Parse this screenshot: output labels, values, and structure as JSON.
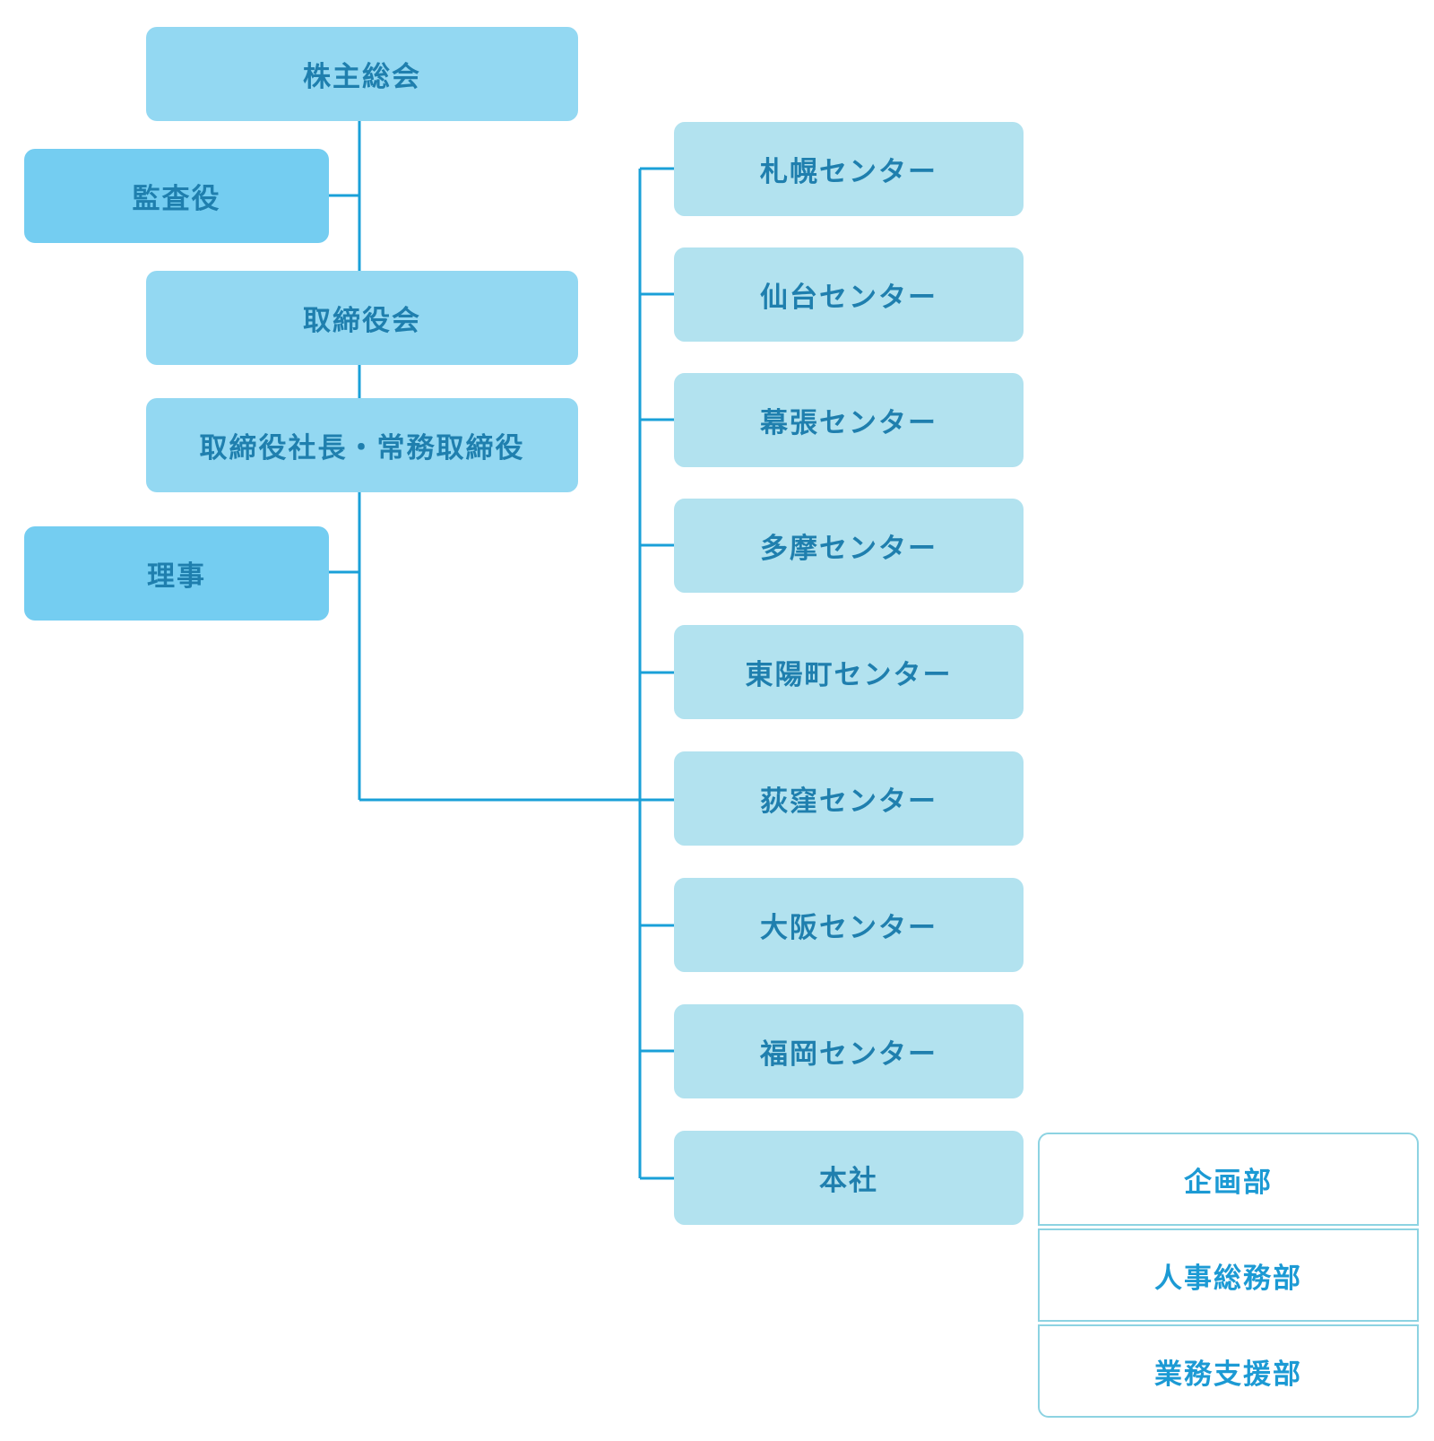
{
  "colors": {
    "line": "#1aa0d8",
    "top_box": "#93d8f2",
    "side_box": "#74cdf1",
    "center_box": "#b2e2ef",
    "text": "#1f7fae",
    "dept_text": "#1c9ad4",
    "dept_border": "#8dd3e2"
  },
  "org": {
    "shareholders_meeting": "株主総会",
    "auditor": "監査役",
    "board": "取締役会",
    "president": "取締役社長・常務取締役",
    "directors": "理事",
    "centers": [
      "札幌センター",
      "仙台センター",
      "幕張センター",
      "多摩センター",
      "東陽町センター",
      "荻窪センター",
      "大阪センター",
      "福岡センター",
      "本社"
    ],
    "head_office_departments": [
      "企画部",
      "人事総務部",
      "業務支援部"
    ]
  }
}
